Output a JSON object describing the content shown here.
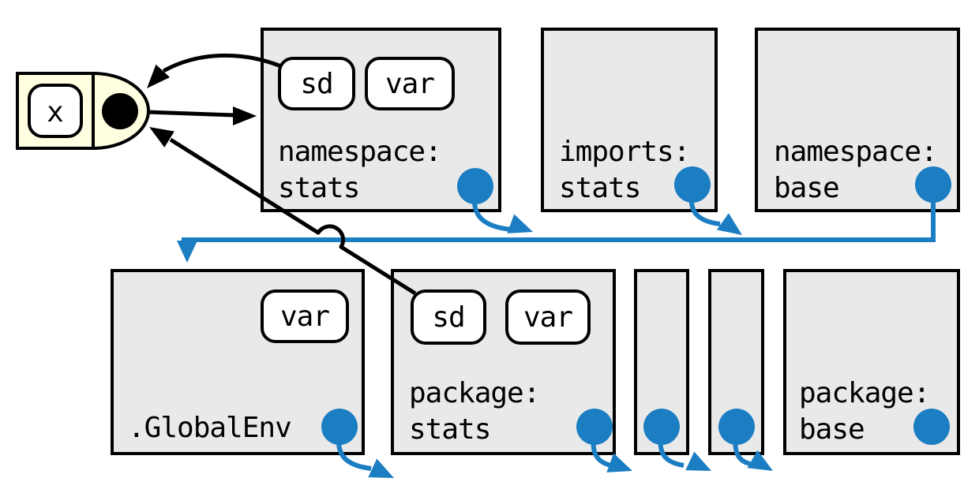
{
  "colors": {
    "accent_blue": "#1b7dc2",
    "box_fill": "#e9e9e9",
    "box_border": "#000000",
    "function_fill": "#fffee1"
  },
  "function_object": {
    "formal_label": "x"
  },
  "environments": {
    "namespace_stats": {
      "label": "namespace:\nstats",
      "bindings": [
        "sd",
        "var"
      ]
    },
    "imports_stats": {
      "label": "imports:\nstats",
      "bindings": []
    },
    "namespace_base": {
      "label": "namespace:\nbase",
      "bindings": []
    },
    "global_env": {
      "label": ".GlobalEnv",
      "bindings": [
        "var"
      ]
    },
    "package_stats": {
      "label": "package:\nstats",
      "bindings": [
        "sd",
        "var"
      ]
    },
    "search_path_env_1": {
      "label": "",
      "bindings": []
    },
    "search_path_env_2": {
      "label": "",
      "bindings": []
    },
    "package_base": {
      "label": "package:\nbase",
      "bindings": []
    }
  }
}
